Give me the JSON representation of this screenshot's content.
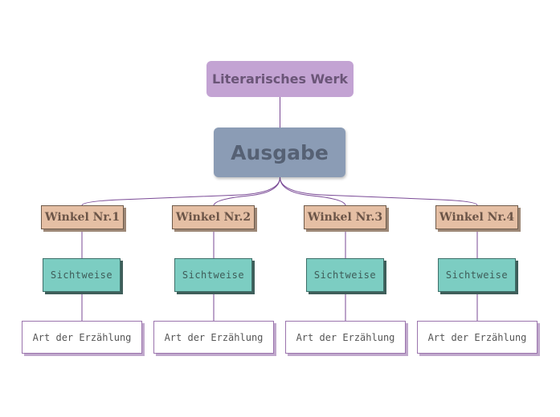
{
  "diagram": {
    "root_label": "Literarisches Werk",
    "main_label": "Ausgabe",
    "branches": [
      {
        "winkel": "Winkel Nr.1",
        "sichtweise": "Sichtweise",
        "art": "Art der Erzählung"
      },
      {
        "winkel": "Winkel Nr.2",
        "sichtweise": "Sichtweise",
        "art": "Art der Erzählung"
      },
      {
        "winkel": "Winkel Nr.3",
        "sichtweise": "Sichtweise",
        "art": "Art der Erzählung"
      },
      {
        "winkel": "Winkel Nr.4",
        "sichtweise": "Sichtweise",
        "art": "Art der Erzählung"
      }
    ]
  },
  "colors": {
    "connector": "#7a4a96",
    "root_fill": "#c3a3d3",
    "main_fill": "#8b9cb5",
    "winkel_fill": "#e5bfa4",
    "sicht_fill": "#7ccdc2"
  }
}
